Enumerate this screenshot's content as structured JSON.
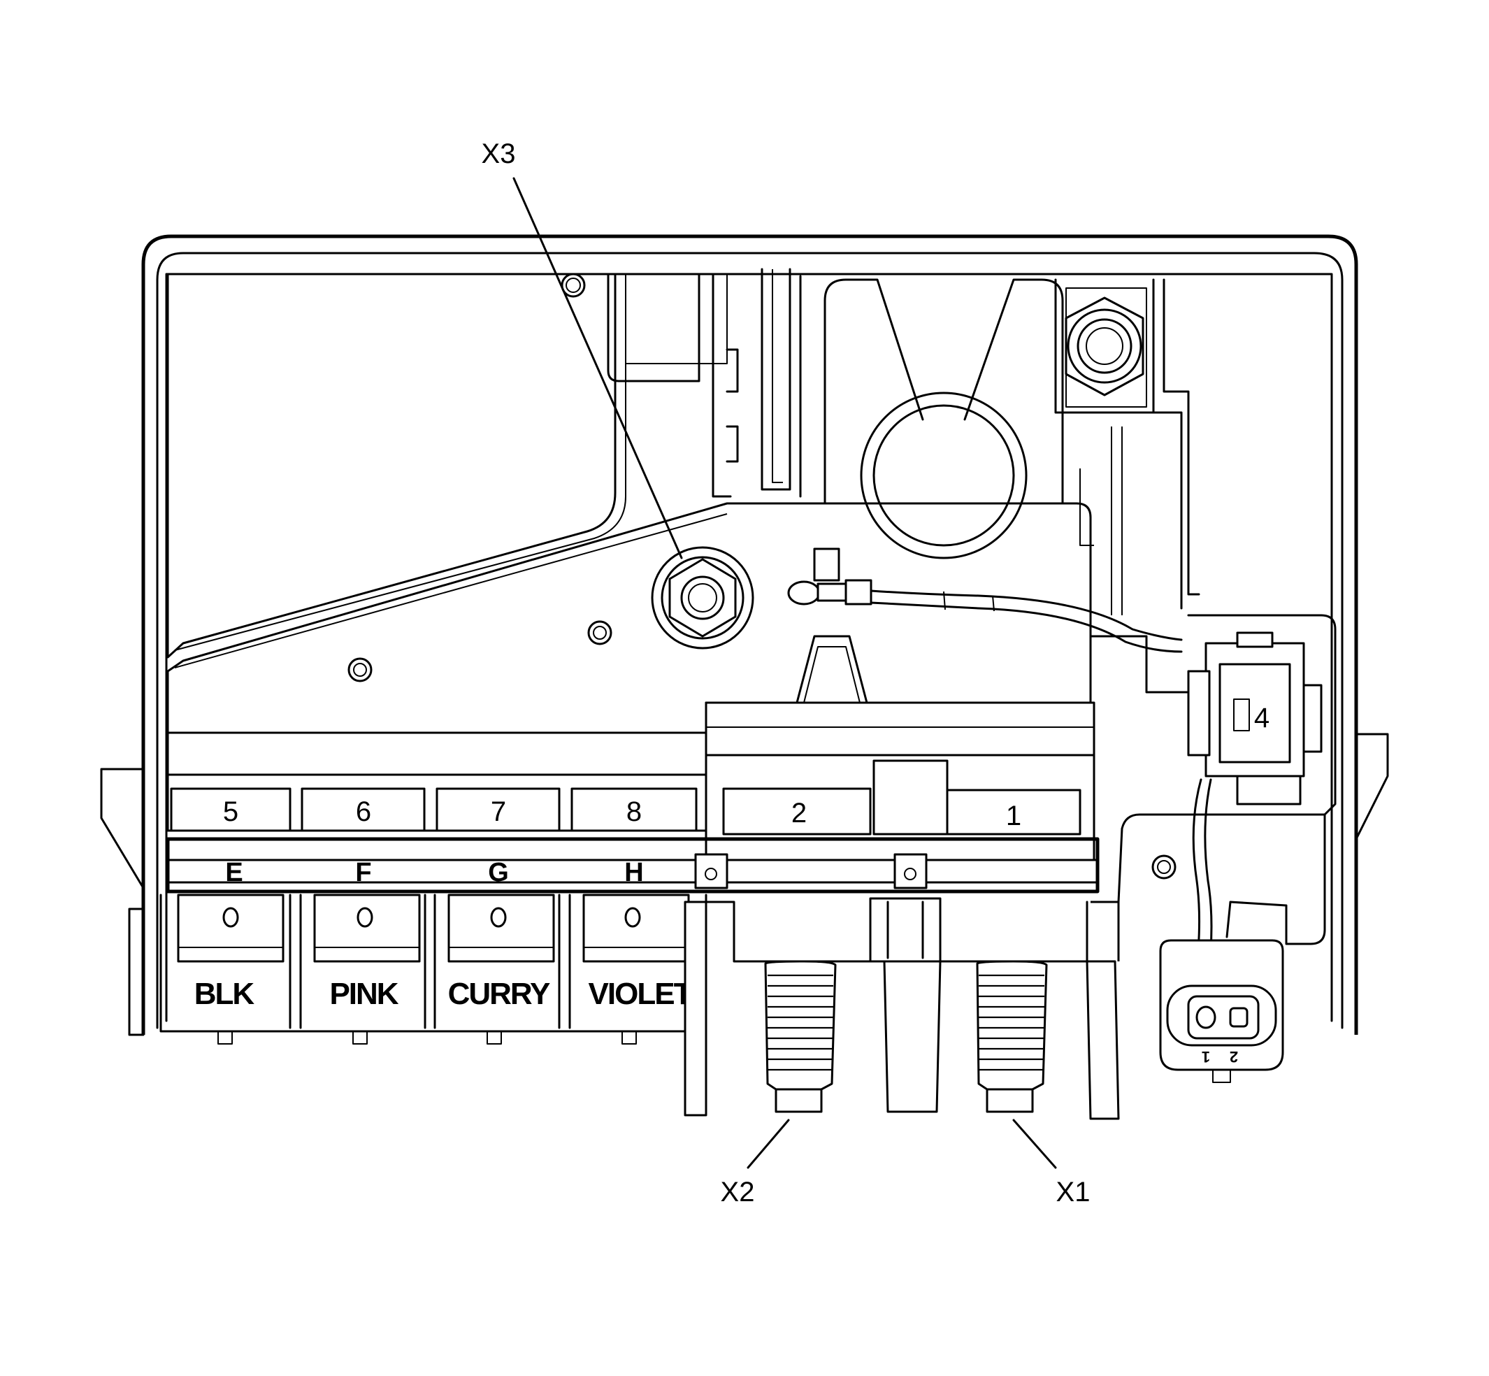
{
  "callouts": {
    "x1": "X1",
    "x2": "X2",
    "x3": "X3"
  },
  "fuse_slots": {
    "s1": "1",
    "s2": "2",
    "s4": "4",
    "s5": "5",
    "s6": "6",
    "s7": "7",
    "s8": "8"
  },
  "terminal_letters": {
    "e": "E",
    "f": "F",
    "g": "G",
    "h": "H"
  },
  "wire_colors": {
    "blk": "BLK",
    "pink": "PINK",
    "curry": "CURRY",
    "violet": "VIOLET"
  },
  "connector_pins": {
    "p1": "1",
    "p2": "2"
  },
  "colors": {
    "line": "#000000",
    "background": "#ffffff"
  }
}
